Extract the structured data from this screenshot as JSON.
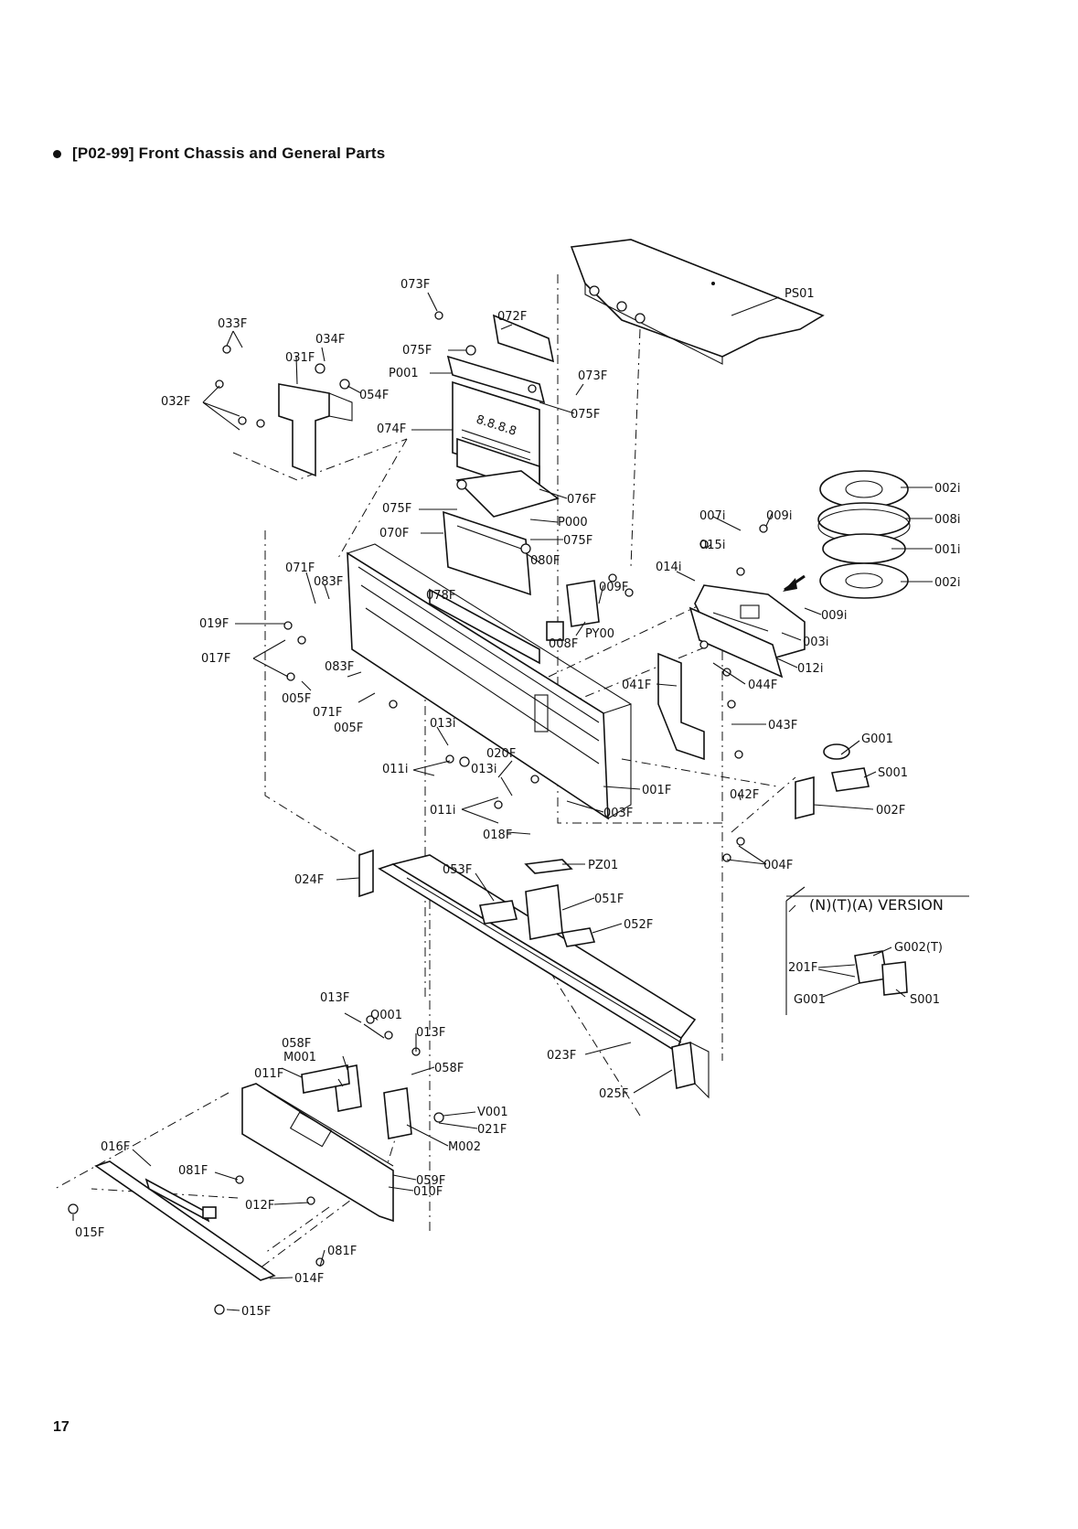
{
  "header": {
    "title": "[P02-99]  Front Chassis and General Parts"
  },
  "page_number": "17",
  "version_box": {
    "title": "(N)(T)(A) VERSION",
    "labels": [
      "G002(T)",
      "201F",
      "G001",
      "S001"
    ]
  },
  "part_labels": [
    "073F",
    "072F",
    "PS01",
    "033F",
    "034F",
    "031F",
    "075F",
    "P001",
    "073F",
    "032F",
    "054F",
    "075F",
    "074F",
    "076F",
    "075F",
    "P000",
    "070F",
    "075F",
    "080F",
    "071F",
    "083F",
    "078F",
    "009F",
    "019F",
    "PY00",
    "008F",
    "017F",
    "083F",
    "005F",
    "071F",
    "005F",
    "007i",
    "009i",
    "015i",
    "014i",
    "002i",
    "008i",
    "001i",
    "002i",
    "009i",
    "003i",
    "012i",
    "041F",
    "044F",
    "043F",
    "013i",
    "020F",
    "011i",
    "013i",
    "001F",
    "011i",
    "003F",
    "018F",
    "042F",
    "G001",
    "S001",
    "002F",
    "004F",
    "024F",
    "053F",
    "PZ01",
    "051F",
    "052F",
    "023F",
    "025F",
    "013F",
    "Q001",
    "013F",
    "058F",
    "M001",
    "011F",
    "058F",
    "V001",
    "021F",
    "M002",
    "059F",
    "016F",
    "081F",
    "012F",
    "010F",
    "015F",
    "081F",
    "014F",
    "015F"
  ]
}
